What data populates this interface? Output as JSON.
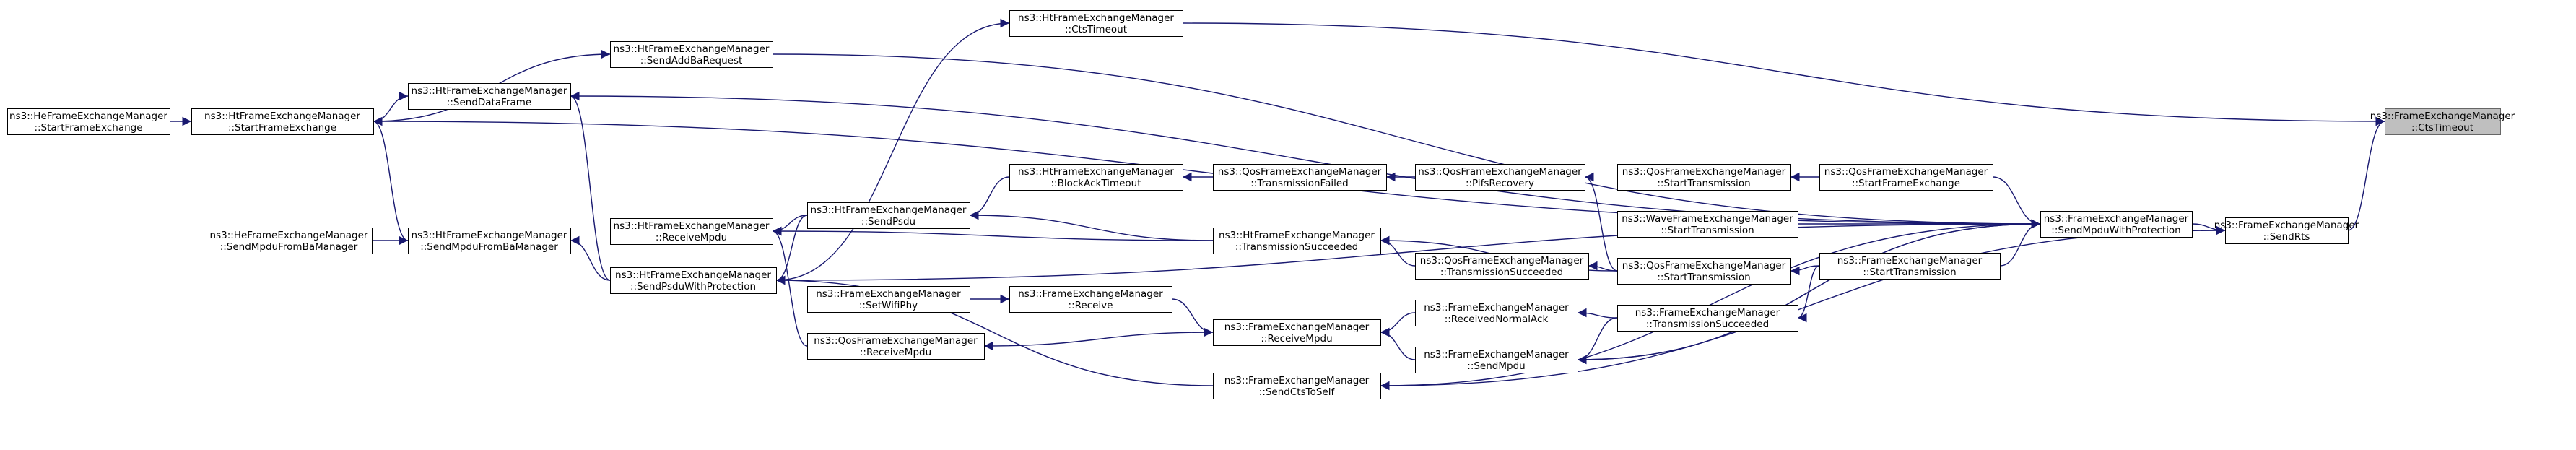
{
  "colors": {
    "edge": "#191970",
    "node_border": "#000000",
    "node_fill": "#ffffff",
    "highlight_fill": "#bfbfbf",
    "highlight_border": "#666666"
  },
  "nodes": [
    {
      "id": "cts_timeout",
      "line1": "ns3::FrameExchangeManager",
      "line2": "::CtsTimeout",
      "highlight": true
    },
    {
      "id": "send_rts",
      "line1": "ns3::FrameExchangeManager",
      "line2": "::SendRts"
    },
    {
      "id": "send_mpdu_wp",
      "line1": "ns3::FrameExchangeManager",
      "line2": "::SendMpduWithProtection"
    },
    {
      "id": "ht_cts_timeout",
      "line1": "ns3::HtFrameExchangeManager",
      "line2": "::CtsTimeout"
    },
    {
      "id": "ht_send_addba",
      "line1": "ns3::HtFrameExchangeManager",
      "line2": "::SendAddBaRequest"
    },
    {
      "id": "ht_start_fe",
      "line1": "ns3::HtFrameExchangeManager",
      "line2": "::StartFrameExchange"
    },
    {
      "id": "ht_send_data",
      "line1": "ns3::HtFrameExchangeManager",
      "line2": "::SendDataFrame"
    },
    {
      "id": "he_start_fe",
      "line1": "ns3::HeFrameExchangeManager",
      "line2": "::StartFrameExchange"
    },
    {
      "id": "ht_send_mpdu_ba",
      "line1": "ns3::HtFrameExchangeManager",
      "line2": "::SendMpduFromBaManager"
    },
    {
      "id": "he_send_mpdu_ba",
      "line1": "ns3::HeFrameExchangeManager",
      "line2": "::SendMpduFromBaManager"
    },
    {
      "id": "ht_send_psdu_wp",
      "line1": "ns3::HtFrameExchangeManager",
      "line2": "::SendPsduWithProtection"
    },
    {
      "id": "ht_receive_mpdu",
      "line1": "ns3::HtFrameExchangeManager",
      "line2": "::ReceiveMpdu"
    },
    {
      "id": "ht_send_psdu",
      "line1": "ns3::HtFrameExchangeManager",
      "line2": "::SendPsdu"
    },
    {
      "id": "ht_blockack_timeout",
      "line1": "ns3::HtFrameExchangeManager",
      "line2": "::BlockAckTimeout"
    },
    {
      "id": "qos_tx_failed",
      "line1": "ns3::QosFrameExchangeManager",
      "line2": "::TransmissionFailed"
    },
    {
      "id": "qos_pifs",
      "line1": "ns3::QosFrameExchangeManager",
      "line2": "::PifsRecovery"
    },
    {
      "id": "ht_tx_succeeded",
      "line1": "ns3::HtFrameExchangeManager",
      "line2": "::TransmissionSucceeded"
    },
    {
      "id": "qos_tx_succeeded",
      "line1": "ns3::QosFrameExchangeManager",
      "line2": "::TransmissionSucceeded"
    },
    {
      "id": "fem_set_wifi_phy",
      "line1": "ns3::FrameExchangeManager",
      "line2": "::SetWifiPhy"
    },
    {
      "id": "fem_receive",
      "line1": "ns3::FrameExchangeManager",
      "line2": "::Receive"
    },
    {
      "id": "qos_receive_mpdu",
      "line1": "ns3::QosFrameExchangeManager",
      "line2": "::ReceiveMpdu"
    },
    {
      "id": "fem_receive_mpdu",
      "line1": "ns3::FrameExchangeManager",
      "line2": "::ReceiveMpdu"
    },
    {
      "id": "fem_received_normal_ack",
      "line1": "ns3::FrameExchangeManager",
      "line2": "::ReceivedNormalAck"
    },
    {
      "id": "fem_send_mpdu",
      "line1": "ns3::FrameExchangeManager",
      "line2": "::SendMpdu"
    },
    {
      "id": "fem_send_cts_to_self",
      "line1": "ns3::FrameExchangeManager",
      "line2": "::SendCtsToSelf"
    },
    {
      "id": "fem_tx_succeeded",
      "line1": "ns3::FrameExchangeManager",
      "line2": "::TransmissionSucceeded"
    },
    {
      "id": "qos_start_tx_a",
      "line1": "ns3::QosFrameExchangeManager",
      "line2": "::StartTransmission"
    },
    {
      "id": "qos_start_tx_b",
      "line1": "ns3::QosFrameExchangeManager",
      "line2": "::StartTransmission"
    },
    {
      "id": "wave_start_tx",
      "line1": "ns3::WaveFrameExchangeManager",
      "line2": "::StartTransmission"
    },
    {
      "id": "fem_start_tx",
      "line1": "ns3::FrameExchangeManager",
      "line2": "::StartTransmission"
    },
    {
      "id": "qos_start_fe",
      "line1": "ns3::QosFrameExchangeManager",
      "line2": "::StartFrameExchange"
    }
  ],
  "edges": [
    [
      "send_rts",
      "cts_timeout"
    ],
    [
      "send_mpdu_wp",
      "send_rts"
    ],
    [
      "ht_cts_timeout",
      "cts_timeout"
    ],
    [
      "ht_send_addba",
      "send_mpdu_wp"
    ],
    [
      "ht_send_data",
      "send_mpdu_wp"
    ],
    [
      "ht_start_fe",
      "send_mpdu_wp"
    ],
    [
      "qos_start_fe",
      "send_mpdu_wp"
    ],
    [
      "wave_start_tx",
      "send_mpdu_wp"
    ],
    [
      "fem_start_tx",
      "send_mpdu_wp"
    ],
    [
      "fem_send_mpdu",
      "send_mpdu_wp"
    ],
    [
      "fem_send_cts_to_self",
      "send_rts"
    ],
    [
      "ht_send_psdu_wp",
      "ht_cts_timeout"
    ],
    [
      "ht_start_fe",
      "ht_send_addba"
    ],
    [
      "ht_start_fe",
      "ht_send_data"
    ],
    [
      "he_start_fe",
      "ht_start_fe"
    ],
    [
      "ht_send_mpdu_ba",
      "ht_start_fe"
    ],
    [
      "he_send_mpdu_ba",
      "ht_send_mpdu_ba"
    ],
    [
      "ht_send_psdu_wp",
      "ht_send_mpdu_ba"
    ],
    [
      "ht_send_psdu_wp",
      "ht_send_data"
    ],
    [
      "ht_send_psdu",
      "ht_send_psdu_wp"
    ],
    [
      "ht_send_psdu",
      "ht_receive_mpdu"
    ],
    [
      "ht_blockack_timeout",
      "ht_send_psdu"
    ],
    [
      "qos_tx_failed",
      "ht_blockack_timeout"
    ],
    [
      "qos_pifs",
      "qos_tx_failed"
    ],
    [
      "ht_tx_succeeded",
      "ht_send_psdu"
    ],
    [
      "ht_tx_succeeded",
      "ht_receive_mpdu"
    ],
    [
      "qos_tx_succeeded",
      "ht_tx_succeeded"
    ],
    [
      "fem_set_wifi_phy",
      "fem_receive"
    ],
    [
      "fem_receive",
      "fem_receive_mpdu"
    ],
    [
      "fem_receive_mpdu",
      "qos_receive_mpdu"
    ],
    [
      "qos_receive_mpdu",
      "ht_receive_mpdu"
    ],
    [
      "fem_received_normal_ack",
      "fem_receive_mpdu"
    ],
    [
      "fem_send_mpdu",
      "fem_receive_mpdu"
    ],
    [
      "fem_tx_succeeded",
      "fem_received_normal_ack"
    ],
    [
      "fem_tx_succeeded",
      "fem_send_mpdu"
    ],
    [
      "fem_send_cts_to_self",
      "ht_send_psdu_wp"
    ],
    [
      "qos_start_tx_b",
      "qos_tx_succeeded"
    ],
    [
      "qos_start_tx_b",
      "ht_tx_succeeded"
    ],
    [
      "qos_start_tx_b",
      "qos_pifs"
    ],
    [
      "fem_start_tx",
      "qos_start_tx_b"
    ],
    [
      "qos_start_fe",
      "qos_start_tx_a"
    ],
    [
      "fem_start_tx",
      "fem_tx_succeeded"
    ],
    [
      "send_mpdu_wp",
      "fem_send_mpdu"
    ],
    [
      "send_mpdu_wp",
      "fem_send_cts_to_self"
    ],
    [
      "send_mpdu_wp",
      "ht_send_psdu_wp"
    ]
  ]
}
